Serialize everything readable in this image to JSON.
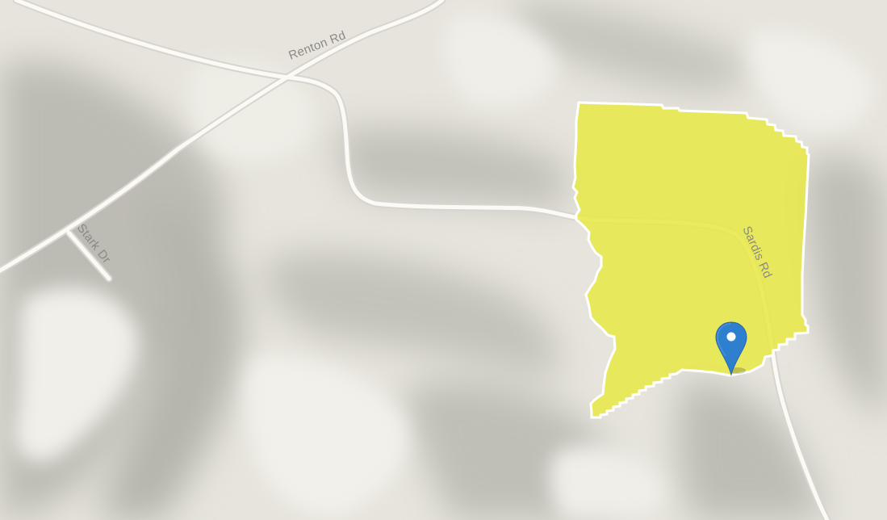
{
  "map": {
    "roads": [
      {
        "name": "Renton Rd"
      },
      {
        "name": "Stark Dr"
      },
      {
        "name": "Sardis Rd"
      }
    ],
    "colors": {
      "background": "#e6e4dc",
      "hillshade_dark": "#b9b8b0",
      "hillshade_light": "#f2f1ec",
      "road_fill": "#fbfaf6",
      "road_casing": "#d8d5cc",
      "parcel_fill": "#e8e84a",
      "parcel_outline": "#ffffff",
      "marker": "#2f7fcf",
      "label": "#8a8a84"
    },
    "marker": {
      "icon": "map-pin-icon"
    }
  }
}
